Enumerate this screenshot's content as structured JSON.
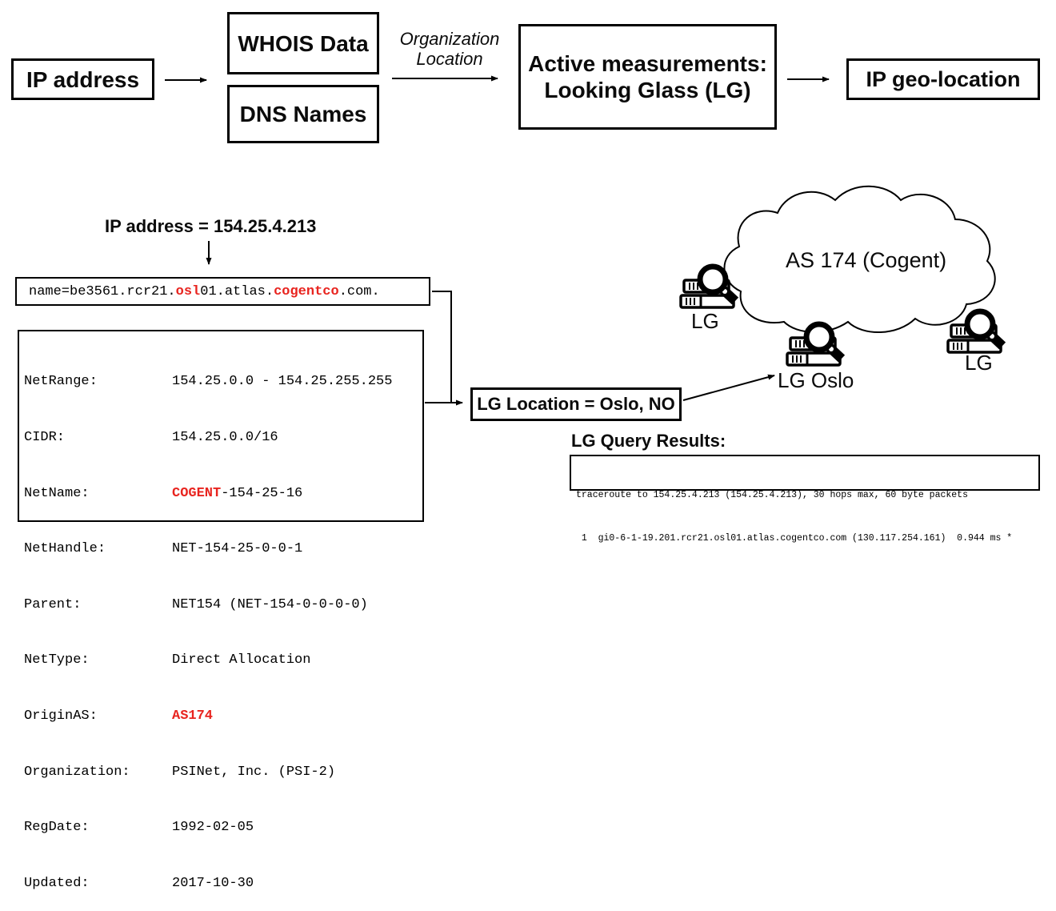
{
  "flow": {
    "ip_address": "IP address",
    "whois_data": "WHOIS Data",
    "dns_names": "DNS Names",
    "arrow_label_line1": "Organization",
    "arrow_label_line2": "Location",
    "active_measurements_line1": "Active measurements:",
    "active_measurements_line2": "Looking Glass (LG)",
    "ip_geolocation": "IP geo-location"
  },
  "example": {
    "ip_line": "IP address = 154.25.4.213",
    "dns_name_segments": [
      {
        "text": "name=be3561.rcr21.",
        "red": false
      },
      {
        "text": "osl",
        "red": true
      },
      {
        "text": "01.atlas.",
        "red": false
      },
      {
        "text": "cogentco",
        "red": true
      },
      {
        "text": ".com.",
        "red": false
      }
    ],
    "whois_rows": [
      {
        "label": "NetRange:",
        "red": "",
        "value": "154.25.0.0 - 154.25.255.255"
      },
      {
        "label": "CIDR:",
        "red": "",
        "value": "154.25.0.0/16"
      },
      {
        "label": "NetName:",
        "red": "COGENT",
        "value": "-154-25-16"
      },
      {
        "label": "NetHandle:",
        "red": "",
        "value": "NET-154-25-0-0-1"
      },
      {
        "label": "Parent:",
        "red": "",
        "value": "NET154 (NET-154-0-0-0-0)"
      },
      {
        "label": "NetType:",
        "red": "",
        "value": "Direct Allocation"
      },
      {
        "label": "OriginAS:",
        "red": "AS174",
        "value": ""
      },
      {
        "label": "Organization:",
        "red": "",
        "value": "PSINet, Inc. (PSI-2)"
      },
      {
        "label": "RegDate:",
        "red": "",
        "value": "1992-02-05"
      },
      {
        "label": "Updated:",
        "red": "",
        "value": "2017-10-30"
      }
    ],
    "lg_location": "LG Location = Oslo, NO",
    "lg_query_results_title": "LG Query Results:",
    "traceroute_lines": [
      "traceroute to 154.25.4.213 (154.25.4.213), 30 hops max, 60 byte packets",
      " 1  gi0-6-1-19.201.rcr21.osl01.atlas.cogentco.com (130.117.254.161)  0.944 ms *"
    ]
  },
  "network": {
    "cloud_label": "AS 174 (Cogent)",
    "lg_left_label": "LG",
    "lg_oslo_label": "LG Oslo",
    "lg_right_label": "LG"
  },
  "colors": {
    "highlight_red": "#e8241f",
    "ink": "#000000",
    "background": "#ffffff"
  }
}
